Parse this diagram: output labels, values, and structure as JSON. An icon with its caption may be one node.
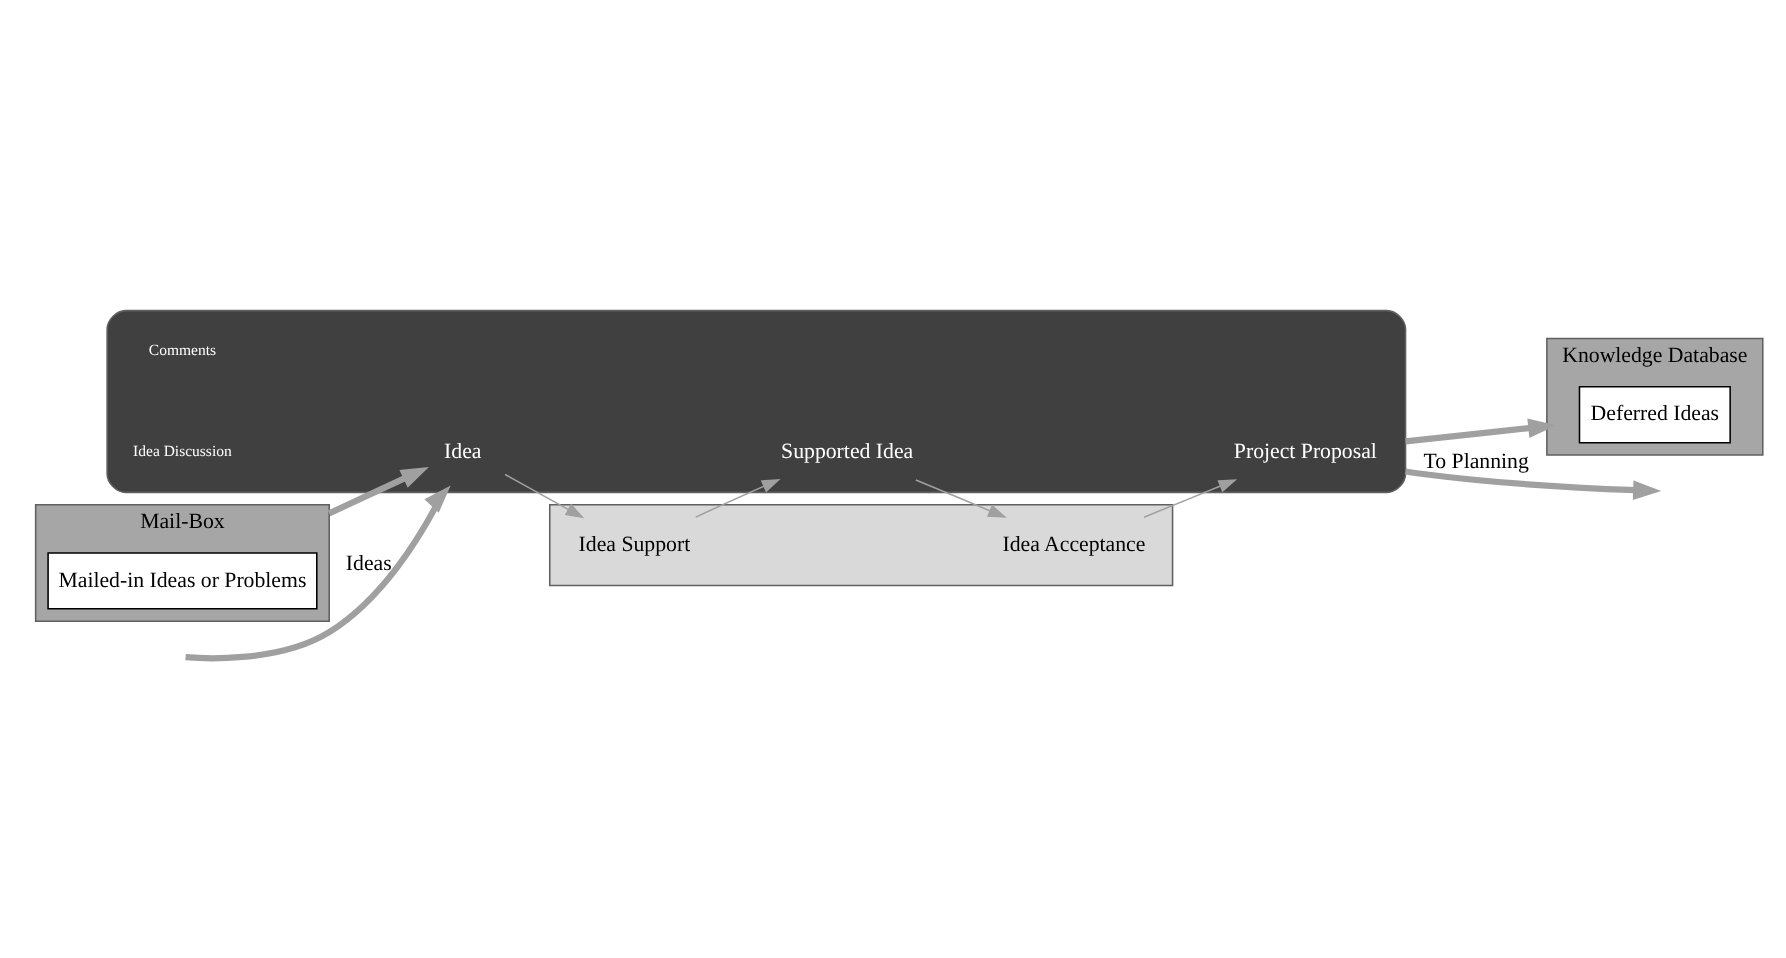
{
  "diagram": {
    "nodes": [
      {
        "text": [],
        "shape": "box"
      },
      {
        "text": [],
        "shape": "cylinder"
      },
      {
        "text": [
          "Idea Support"
        ],
        "in": 0
      },
      {
        "text": [
          "Idea Acceptance"
        ],
        "in": 0
      },
      {
        "text": [
          "Idea"
        ],
        "in": 1
      },
      {
        "text": [
          "Supported Idea"
        ],
        "in": 1
      },
      {
        "text": [
          "Project Proposal"
        ],
        "in": 1
      },
      {
        "text": [
          "Mail-Box"
        ]
      },
      {
        "text": [
          "Mailed-in Ideas or Problems"
        ],
        "in": 7
      },
      {
        "text": [
          "Knowledge Database"
        ]
      },
      {
        "text": [
          "Deferred Ideas"
        ],
        "in": 9
      }
    ],
    "edges": [
      {
        "from": null,
        "to": 1,
        "arrow": "to",
        "label": "Ideas",
        "style": "thick"
      },
      {
        "from": 4,
        "to": 2,
        "arrow": "to"
      },
      {
        "from": 2,
        "to": 5,
        "arrow": "to"
      },
      {
        "from": 5,
        "to": 3,
        "arrow": "to"
      },
      {
        "from": 3,
        "to": 6,
        "arrow": "to"
      },
      {
        "from": 1,
        "to": null,
        "arrow": "to",
        "label": "To Planning",
        "style": "thick"
      },
      {
        "from": 7,
        "to": 4,
        "arrow": "to",
        "style": "thick"
      },
      {
        "from": 1,
        "to": 9,
        "arrow": "to",
        "style": "thick"
      }
    ],
    "labels": [
      "Comments",
      "Idea Discussion"
    ]
  }
}
